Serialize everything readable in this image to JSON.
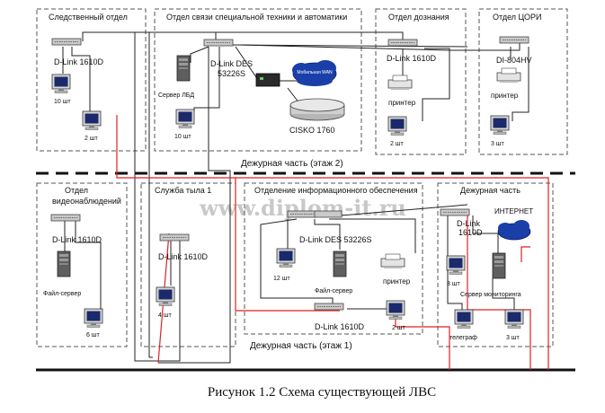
{
  "watermark": "www.diplom-it.ru",
  "caption": "Рисунок 1.2 Схема существующей ЛВС",
  "floors": {
    "upper": "Дежурная часть (этаж 2)",
    "lower": "Дежурная часть (этаж 1)"
  },
  "departments": {
    "sledstvenny": {
      "title": "Следственный отдел",
      "switch": "D-Link 1610D",
      "pc1": "10 шт",
      "pc2": "2 шт"
    },
    "svyaz": {
      "title": "Отдел связи специальной техники и автоматики",
      "switch_line1": "D-Link DES",
      "switch_line2": "53226S",
      "server": "Сервер ЛБД",
      "pc": "10 шт",
      "router": "CISKO 1760",
      "wan": "Мобильная WAN"
    },
    "doznaniya": {
      "title": "Отдел дознания",
      "switch": "D-Link 1610D",
      "printer": "принтер",
      "pc": "2 шт"
    },
    "tsori": {
      "title": "Отдел ЦОРИ",
      "switch": "DI-804HV",
      "printer": "принтер",
      "pc": "3 шт"
    },
    "video": {
      "title_line1": "Отдел",
      "title_line2": "видеонаблюдений",
      "switch": "D-Link 1610D",
      "server": "Файл-сервер",
      "pc": "6 шт"
    },
    "tyl": {
      "title": "Служба тыла 1",
      "switch": "D-Link 1610D",
      "pc": "4 шт"
    },
    "infosec": {
      "title": "Отделение информационного обеспечения",
      "switch": "D-Link DES 53226S",
      "pc1": "12 шт",
      "server": "Файл-сервер",
      "printer": "принтер",
      "switch2": "D-Link 1610D",
      "pc2": "2 шт"
    },
    "duty": {
      "title": "Дежурная часть",
      "switch_line1": "D-Link",
      "switch_line2": "1610D",
      "internet": "ИНТЕРНЕТ",
      "pc1": "3 шт",
      "server": "Сервер мониторинга",
      "telegraph": "телеграф",
      "pc2": "3 шт"
    }
  }
}
